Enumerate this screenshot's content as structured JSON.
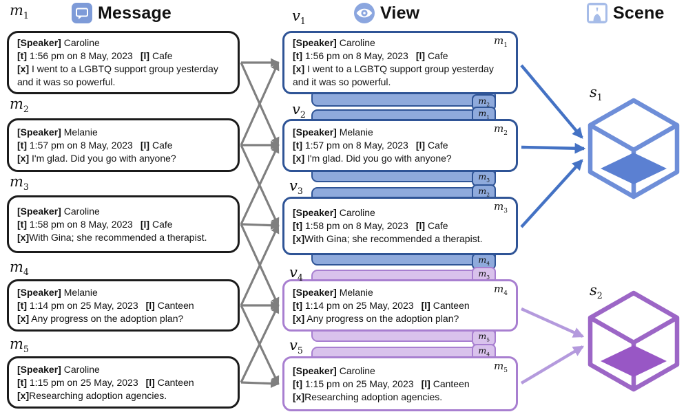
{
  "columns": {
    "message": {
      "title": "Message",
      "icon": "chat-bubble-icon"
    },
    "view": {
      "title": "View",
      "icon": "eye-icon"
    },
    "scene": {
      "title": "Scene",
      "icon": "curtain-icon"
    }
  },
  "tags": {
    "speaker": "[Speaker]",
    "time": "[t]",
    "location": "[l]",
    "text": "[x]"
  },
  "messages": [
    {
      "id": "m1",
      "label_base": "m",
      "label_sub": "1",
      "speaker": "Caroline",
      "time": "1:56 pm on 8 May, 2023",
      "location": "Cafe",
      "text": " I went to a LGBTQ support group yesterday and it was so powerful."
    },
    {
      "id": "m2",
      "label_base": "m",
      "label_sub": "2",
      "speaker": "Melanie",
      "time": "1:57 pm on 8 May, 2023",
      "location": "Cafe",
      "text": " I'm glad. Did you go with anyone?"
    },
    {
      "id": "m3",
      "label_base": "m",
      "label_sub": "3",
      "speaker": "Caroline",
      "time": "1:58 pm on 8 May, 2023",
      "location": "Cafe",
      "text": "With Gina; she recommended a therapist."
    },
    {
      "id": "m4",
      "label_base": "m",
      "label_sub": "4",
      "speaker": "Melanie",
      "time": "1:14 pm on 25 May, 2023",
      "location": "Canteen",
      "text": " Any progress on the adoption plan?"
    },
    {
      "id": "m5",
      "label_base": "m",
      "label_sub": "5",
      "speaker": "Caroline",
      "time": "1:15 pm on 25 May, 2023",
      "location": "Canteen",
      "text": "Researching adoption agencies."
    }
  ],
  "views": [
    {
      "id": "v1",
      "label_base": "v",
      "label_sub": "1",
      "color": "blue",
      "corner": {
        "base": "m",
        "sub": "1"
      },
      "message_ref": "m1",
      "top_bar": null,
      "bottom_bar": {
        "base": "m",
        "sub": "2"
      }
    },
    {
      "id": "v2",
      "label_base": "v",
      "label_sub": "2",
      "color": "blue",
      "corner": {
        "base": "m",
        "sub": "2"
      },
      "message_ref": "m2",
      "top_bar": {
        "base": "m",
        "sub": "1"
      },
      "bottom_bar": {
        "base": "m",
        "sub": "3"
      }
    },
    {
      "id": "v3",
      "label_base": "v",
      "label_sub": "3",
      "color": "blue",
      "corner": {
        "base": "m",
        "sub": "3"
      },
      "message_ref": "m3",
      "top_bar": {
        "base": "m",
        "sub": "2"
      },
      "bottom_bar": {
        "base": "m",
        "sub": "4"
      }
    },
    {
      "id": "v4",
      "label_base": "v",
      "label_sub": "4",
      "color": "purple",
      "corner": {
        "base": "m",
        "sub": "4"
      },
      "message_ref": "m4",
      "top_bar": {
        "base": "m",
        "sub": "3"
      },
      "bottom_bar": {
        "base": "m",
        "sub": "5"
      }
    },
    {
      "id": "v5",
      "label_base": "v",
      "label_sub": "5",
      "color": "purple",
      "corner": {
        "base": "m",
        "sub": "5"
      },
      "message_ref": "m5",
      "top_bar": {
        "base": "m",
        "sub": "4"
      },
      "bottom_bar": null
    }
  ],
  "scenes": [
    {
      "id": "s1",
      "label_base": "s",
      "label_sub": "1",
      "color": "blue"
    },
    {
      "id": "s2",
      "label_base": "s",
      "label_sub": "2",
      "color": "purple"
    }
  ],
  "connections": {
    "message_to_view": [
      [
        "m1",
        "v1"
      ],
      [
        "m1",
        "v2"
      ],
      [
        "m2",
        "v1"
      ],
      [
        "m2",
        "v2"
      ],
      [
        "m2",
        "v3"
      ],
      [
        "m3",
        "v2"
      ],
      [
        "m3",
        "v3"
      ],
      [
        "m3",
        "v4"
      ],
      [
        "m4",
        "v3"
      ],
      [
        "m4",
        "v4"
      ],
      [
        "m4",
        "v5"
      ],
      [
        "m5",
        "v4"
      ],
      [
        "m5",
        "v5"
      ]
    ],
    "view_to_scene": [
      [
        "v1",
        "s1"
      ],
      [
        "v2",
        "s1"
      ],
      [
        "v3",
        "s1"
      ],
      [
        "v4",
        "s2"
      ],
      [
        "v5",
        "s2"
      ]
    ]
  },
  "colors": {
    "message_border": "#1b1b1b",
    "view_blue_border": "#2f5496",
    "view_blue_bar_fill": "#8faadc",
    "view_purple_border": "#a87fd0",
    "view_purple_bar_fill": "#d9c2ec",
    "arrow_gray": "#7f7f7f",
    "arrow_blue": "#4472c4",
    "arrow_purple": "#b49add",
    "scene1_stroke": "#6e8ed8",
    "scene1_floor": "#5b80d2",
    "scene2_stroke": "#9c66c6",
    "scene2_floor": "#9857c5",
    "header_icon_blue": "#7e9bd8"
  }
}
